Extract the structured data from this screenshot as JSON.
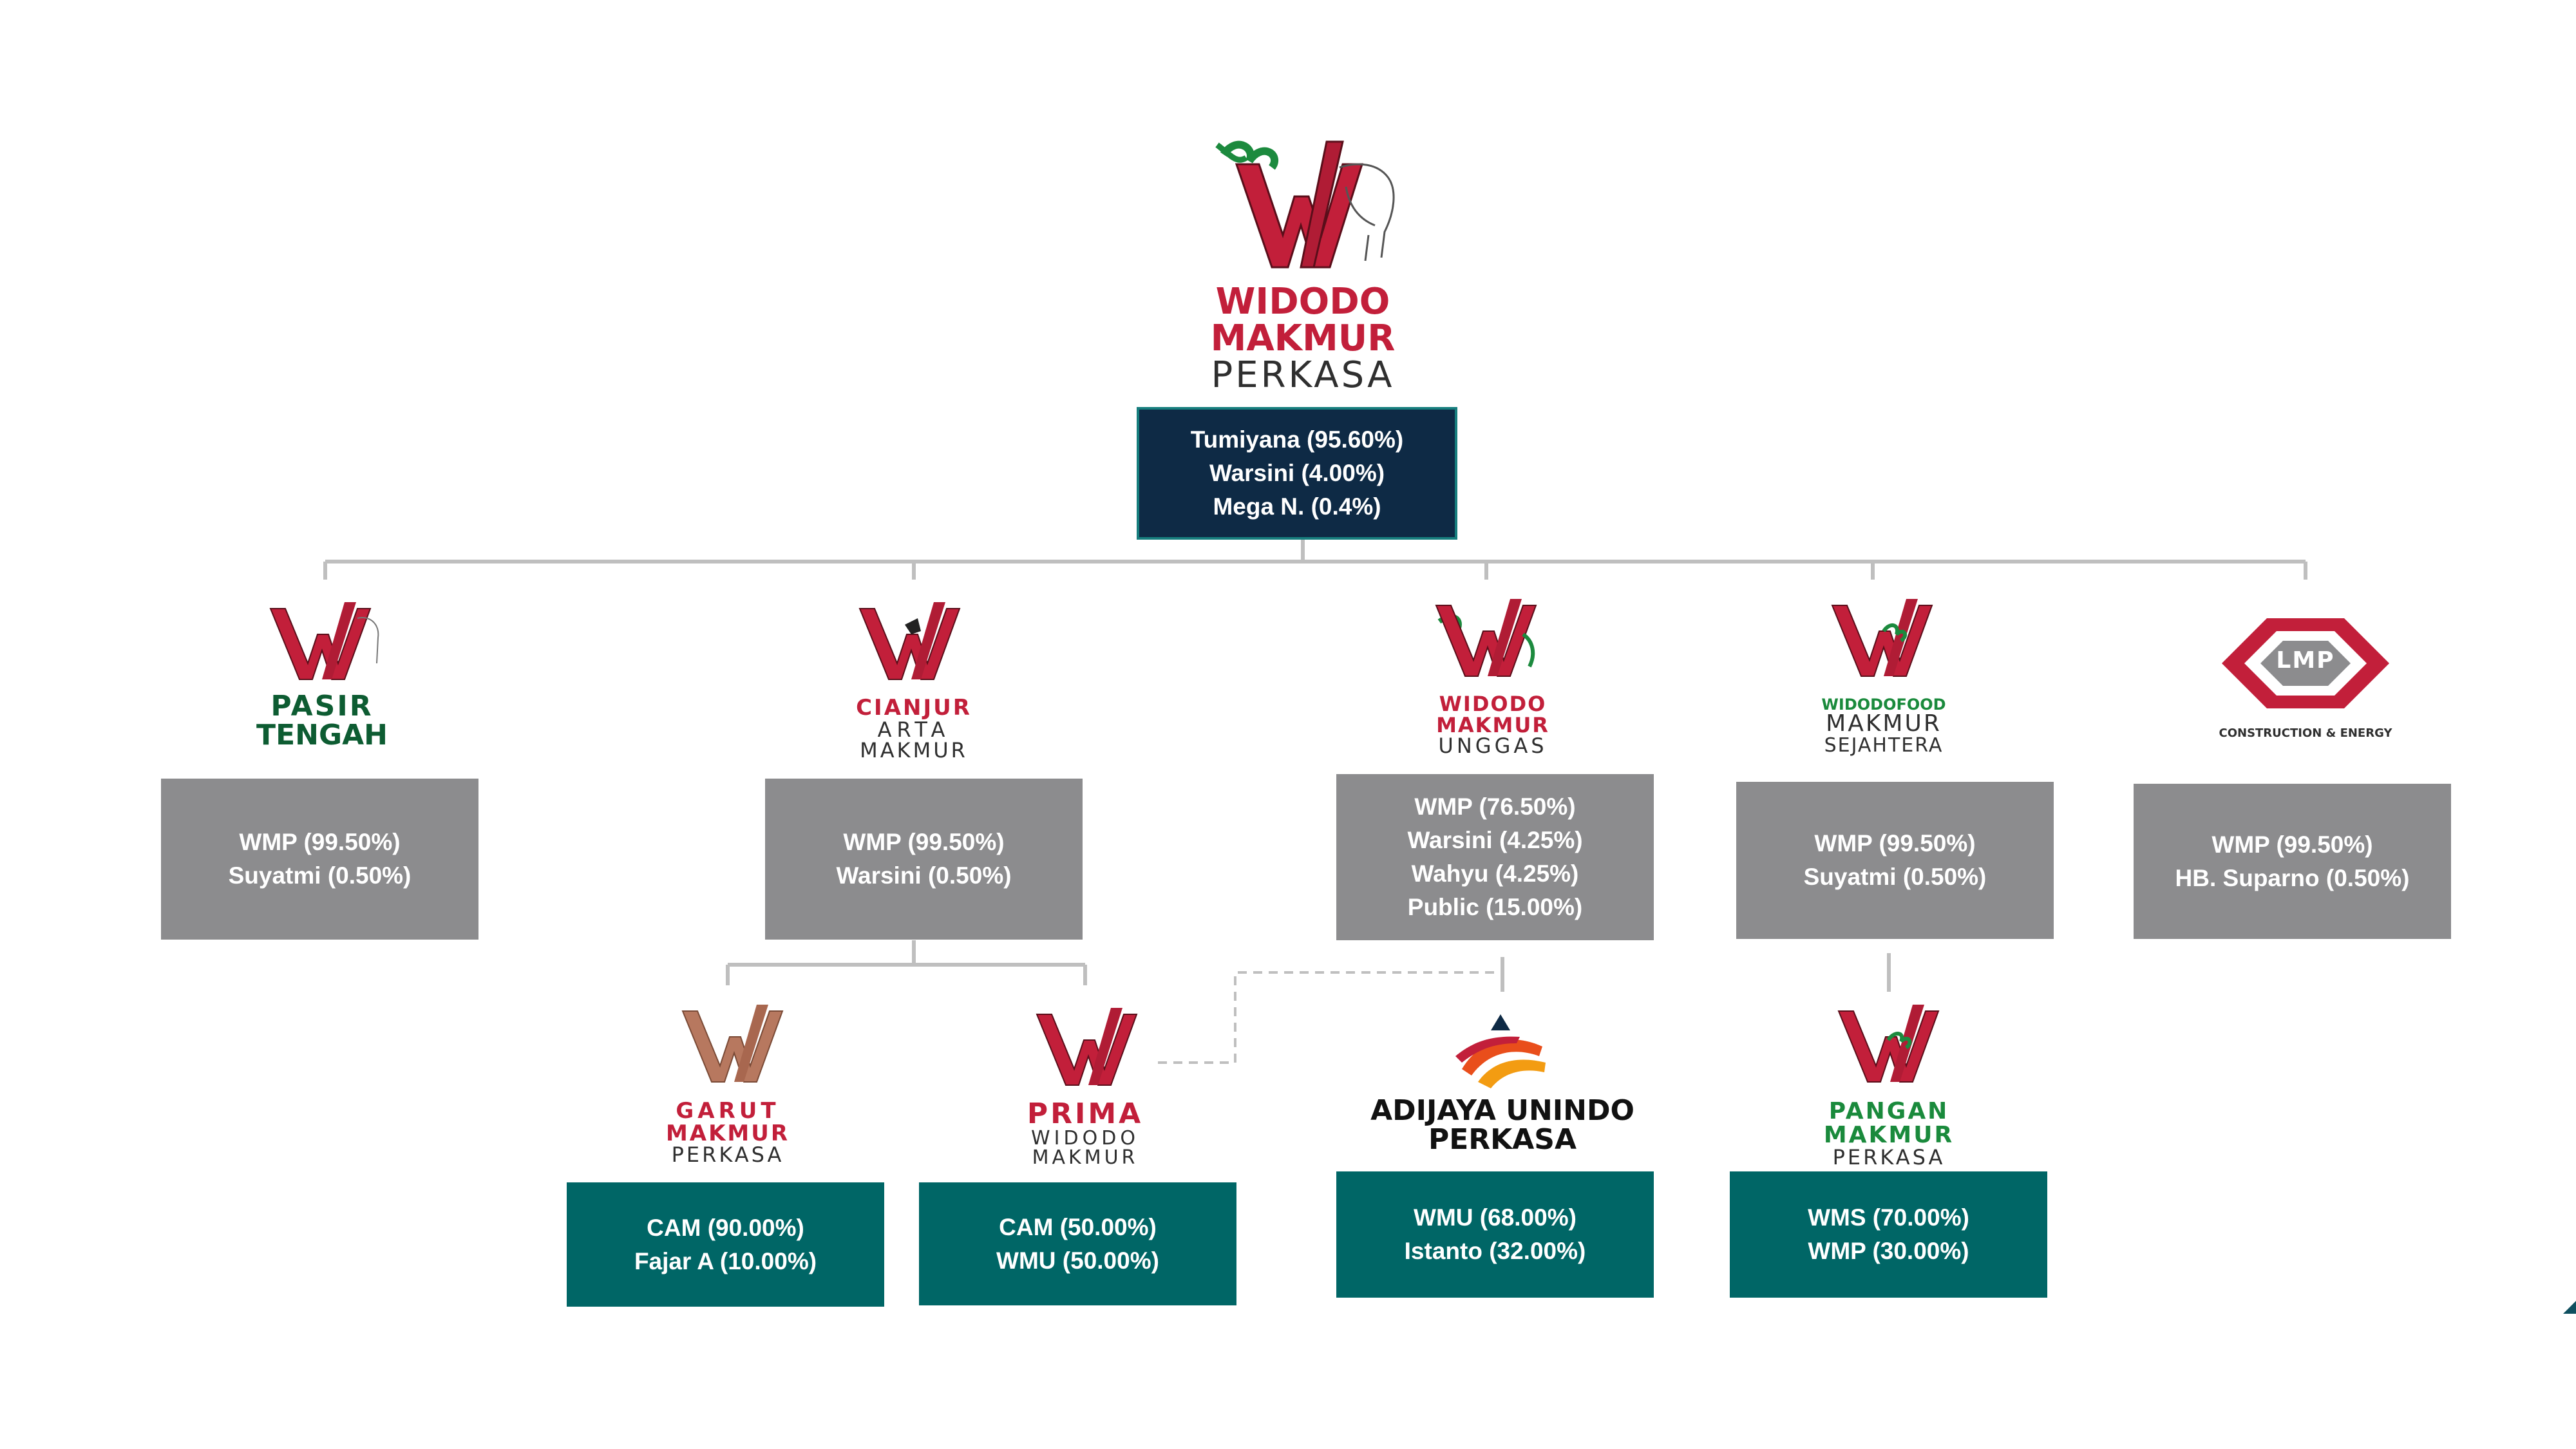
{
  "colors": {
    "navy_box": "#0e2a45",
    "grey_box": "#8c8c8e",
    "teal_box": "#006666",
    "brand_red": "#c21f3a",
    "connector": "#bfbfbf"
  },
  "root": {
    "logo": {
      "line1": "WIDODO",
      "line2": "MAKMUR",
      "line3": "PERKASA"
    },
    "owners": [
      "Tumiyana (95.60%)",
      "Warsini (4.00%)",
      "Mega N. (0.4%)"
    ]
  },
  "level1": [
    {
      "logo": {
        "line1": "PASIR",
        "line2": "TENGAH"
      },
      "owners": [
        "WMP (99.50%)",
        "Suyatmi (0.50%)"
      ]
    },
    {
      "logo": {
        "line1": "CIANJUR",
        "line2": "ARTA",
        "line3": "MAKMUR"
      },
      "owners": [
        "WMP (99.50%)",
        "Warsini (0.50%)"
      ]
    },
    {
      "logo": {
        "line1": "WIDODO",
        "line2": "MAKMUR",
        "line3": "UNGGAS"
      },
      "owners": [
        "WMP (76.50%)",
        "Warsini (4.25%)",
        "Wahyu (4.25%)",
        "Public (15.00%)"
      ]
    },
    {
      "logo": {
        "line1": "WIDODOFOOD",
        "line2": "MAKMUR",
        "line3": "SEJAHTERA"
      },
      "owners": [
        "WMP (99.50%)",
        "Suyatmi (0.50%)"
      ]
    },
    {
      "logo": {
        "mark": "LMP",
        "line1": "CONSTRUCTION & ENERGY"
      },
      "owners": [
        "WMP (99.50%)",
        "HB. Suparno (0.50%)"
      ]
    }
  ],
  "level2": [
    {
      "logo": {
        "line1": "GARUT",
        "line2": "MAKMUR",
        "line3": "PERKASA"
      },
      "owners": [
        "CAM (90.00%)",
        "Fajar A (10.00%)"
      ]
    },
    {
      "logo": {
        "line1": "PRIMA",
        "line2": "WIDODO",
        "line3": "MAKMUR"
      },
      "owners": [
        "CAM (50.00%)",
        "WMU (50.00%)"
      ]
    },
    {
      "logo": {
        "line1": "ADIJAYA UNINDO",
        "line2": "PERKASA"
      },
      "owners": [
        "WMU (68.00%)",
        "Istanto (32.00%)"
      ]
    },
    {
      "logo": {
        "line1": "PANGAN",
        "line2": "MAKMUR",
        "line3": "PERKASA"
      },
      "owners": [
        "WMS (70.00%)",
        "WMP (30.00%)"
      ]
    }
  ]
}
